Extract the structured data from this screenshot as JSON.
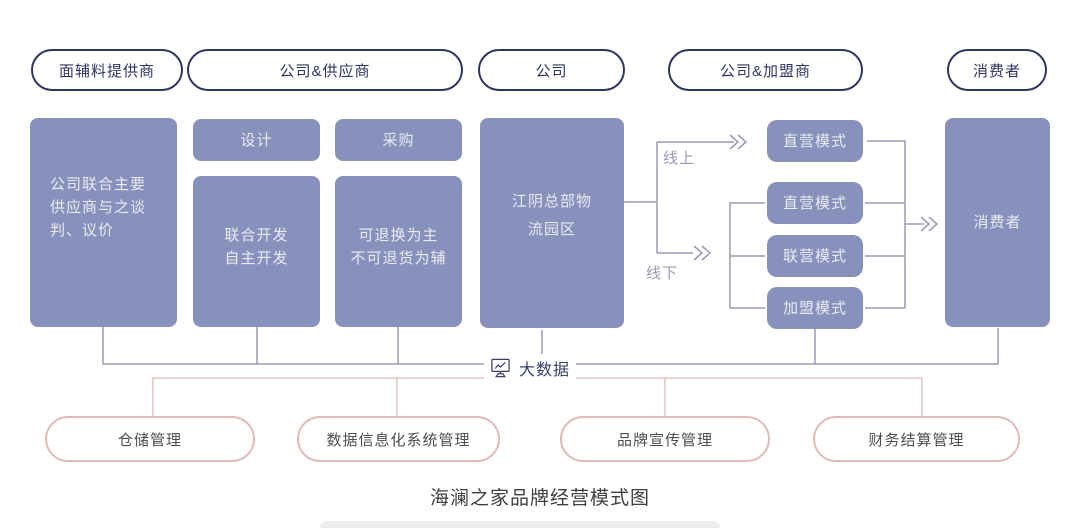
{
  "top_pills": [
    {
      "label": "面辅料提供商"
    },
    {
      "label": "公司&供应商"
    },
    {
      "label": "公司"
    },
    {
      "label": "公司&加盟商"
    },
    {
      "label": "消费者"
    }
  ],
  "boxes": {
    "negotiation": {
      "lines": [
        "公司联合主要",
        "供应商与之谈",
        "判、议价"
      ]
    },
    "design": {
      "label": "设计"
    },
    "procurement": {
      "label": "采购"
    },
    "development": {
      "lines": [
        "联合开发",
        "自主开发"
      ]
    },
    "returns": {
      "lines": [
        "可退换为主",
        "不可退货为辅"
      ]
    },
    "logistics": {
      "lines": [
        "江阴总部物",
        "流园区"
      ]
    },
    "mode_direct_online": {
      "label": "直营模式"
    },
    "mode_direct": {
      "label": "直营模式"
    },
    "mode_joint": {
      "label": "联营模式"
    },
    "mode_franchise": {
      "label": "加盟模式"
    },
    "consumer": {
      "label": "消费者"
    }
  },
  "channels": {
    "online": "线上",
    "offline": "线下"
  },
  "big_data": {
    "label": "大数据",
    "icon": "monitor-chart-icon"
  },
  "bottom_pills": [
    {
      "label": "仓储管理"
    },
    {
      "label": "数据信息化系统管理"
    },
    {
      "label": "品牌宣传管理"
    },
    {
      "label": "财务结算管理"
    }
  ],
  "caption": "海澜之家品牌经营模式图",
  "colors": {
    "node_fill": "#8791BB",
    "node_text": "#E9EBF4",
    "outline_navy": "#2F3462",
    "connector_gray": "#9B98B6",
    "connector_pink": "#E4C4C4",
    "pink_border": "#DFBCBC",
    "bottom_text": "#4E4E4E",
    "bigdata_text": "#3A4169",
    "caption_text": "#3F3F3F"
  }
}
